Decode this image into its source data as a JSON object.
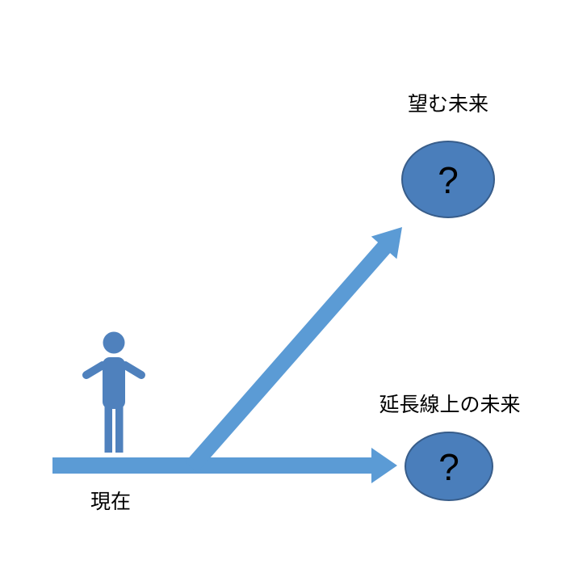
{
  "labels": {
    "desired_future": "望む未来",
    "extension_future": "延長線上の未来",
    "present": "現在"
  },
  "ellipses": {
    "desired_question": "?",
    "extension_question": "?"
  },
  "colors": {
    "arrow": "#5B9BD5",
    "ellipse_fill": "#4A7EBB",
    "ellipse_stroke": "#385D8A",
    "person": "#4F81BD",
    "text": "#000000",
    "background": "#FFFFFF"
  }
}
